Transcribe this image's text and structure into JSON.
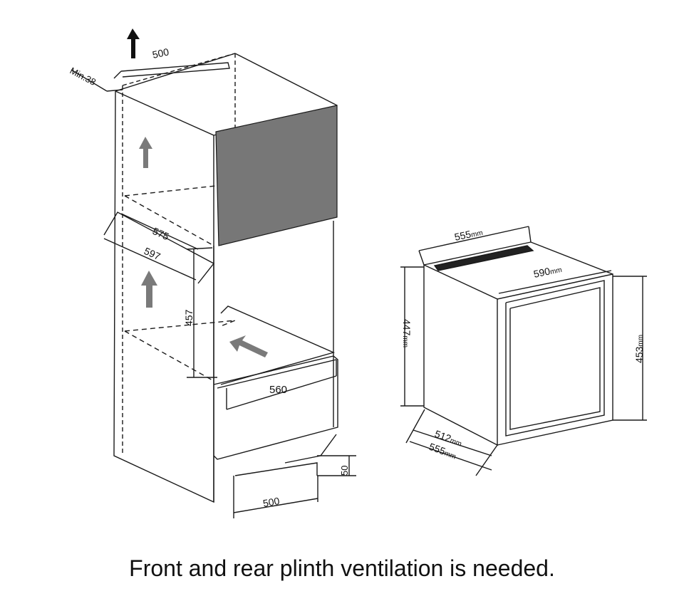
{
  "cabinet_labels": {
    "vent_top": "500",
    "min_gap": "Min.38",
    "depth_inner": "575",
    "depth_outer": "597",
    "niche_height": "457",
    "niche_width": "560",
    "plinth_height": "50",
    "plinth_vent": "500"
  },
  "unit_labels": {
    "width_top": "555",
    "depth_top": "590",
    "height_left": "447",
    "height_right": "453",
    "width_inner": "512",
    "width_bottom": "555",
    "unit": "mm"
  },
  "caption": "Front and rear plinth ventilation is needed.",
  "colors": {
    "line": "#1a1a1a",
    "panel": "#777777",
    "arrow": "#7a7a7a"
  }
}
